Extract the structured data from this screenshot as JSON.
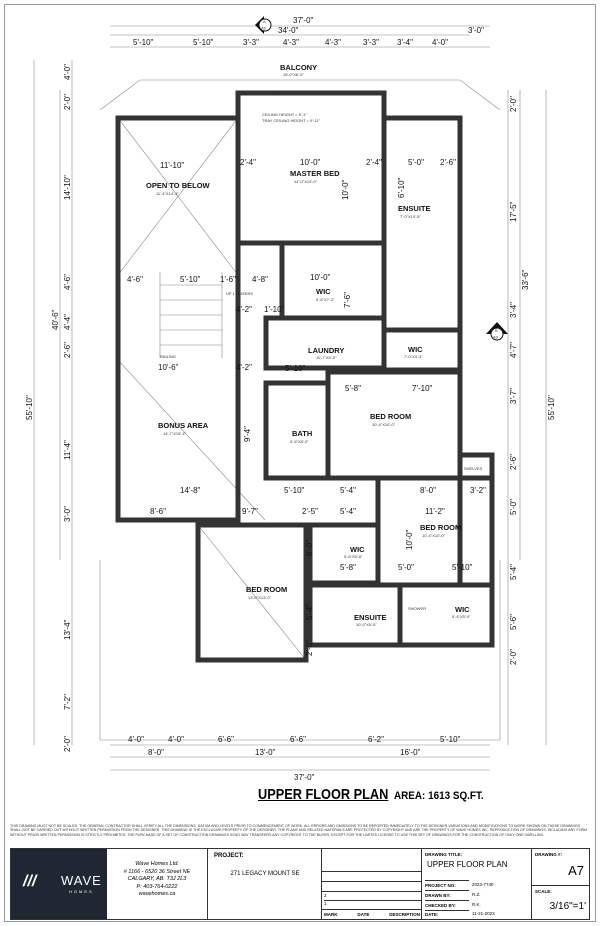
{
  "plan": {
    "title": "UPPER FLOOR PLAN",
    "area": "AREA: 1613 SQ.FT.",
    "section_markers": [
      {
        "letter": "A",
        "sheet": "A9"
      },
      {
        "letter": "B",
        "sheet": "A9"
      }
    ],
    "top_dims": {
      "overall": "37'-0\"",
      "inner": "34'-0\"",
      "right": "3'-0\"",
      "segments": [
        "5'-10\"",
        "5'-10\"",
        "3'-3\"",
        "4'-3\"",
        "4'-3\"",
        "3'-3\"",
        "3'-4\"",
        "4'-0\""
      ]
    },
    "bottom_dims": {
      "overall": "37'-0\"",
      "mid": [
        "8'-0\"",
        "13'-0\"",
        "16'-0\""
      ],
      "segments": [
        "4'-0\"",
        "4'-0\"",
        "6'-6\"",
        "6'-6\"",
        "6'-2\"",
        "5'-10\""
      ]
    },
    "left_dims": {
      "overall": "55'-10\"",
      "partial": "40'-6\"",
      "segments": [
        "4'-0\"",
        "2'-0\"",
        "14'-10\"",
        "4'-6\"",
        "4'-4\"",
        "2'-6\"",
        "11'-4\"",
        "3'-0\"",
        "13'-4\"",
        "7'-2\"",
        "2'-0\""
      ]
    },
    "right_dims": {
      "overall": "55'-10\"",
      "partial": "33'-6\"",
      "segments": [
        "2'-0\"",
        "17'-5\"",
        "3'-4\"",
        "4'-7\"",
        "3'-7\"",
        "2'-6\"",
        "5'-0\"",
        "5'-4\"",
        "5'-6\"",
        "2'-0\""
      ]
    },
    "rooms": [
      {
        "name": "BALCONY",
        "size": "15'-0\"X6'-0\""
      },
      {
        "name": "OPEN TO BELOW",
        "size": "11'-4\"X14'-4\""
      },
      {
        "name": "MASTER BED",
        "size": "14'-0\"X14'-0\""
      },
      {
        "name": "ENSUITE",
        "size": "7'-0\"X10'-5\""
      },
      {
        "name": "WIC",
        "size": "9'-8\"X7'-2\""
      },
      {
        "name": "LAUNDRY",
        "size": "11'-7\"X5'-0\""
      },
      {
        "name": "WIC",
        "size": "7'-0\"X4'-3\""
      },
      {
        "name": "BONUS AREA",
        "size": "14'-7\"X15'-4\""
      },
      {
        "name": "BATH",
        "size": "5'-6\"X8'-0\""
      },
      {
        "name": "BED ROOM",
        "size": "10'-4\"X10'-0\""
      },
      {
        "name": "BED ROOM",
        "size": "10'-4\"X10'-0\""
      },
      {
        "name": "WIC",
        "size": "5'-6\"X5'-6\""
      },
      {
        "name": "BED ROOM",
        "size": "13'-0\"X13'-0\""
      },
      {
        "name": "ENSUITE",
        "size": "10'-0\"X5'-0\""
      },
      {
        "name": "WIC",
        "size": "5'-4\"X5'-0\""
      }
    ],
    "labels": {
      "railing": "RAILING",
      "up": "UP 17 RISERS",
      "shelves": "SHELVES",
      "shower": "SHOWER",
      "ceiling1": "CEILING HEIGHT = 9'-1\"",
      "ceiling2": "TRAY CEILING HEIGHT = 9'-11\"",
      "sliding": "6'0\"X8'0\" SLIDING DOOR"
    },
    "interior_dims": [
      "11'-10\"",
      "2'-4\"",
      "10'-0\"",
      "2'-4\"",
      "5'-0\"",
      "2'-6\"",
      "10'-0\"",
      "6'-10\"",
      "4'-6\"",
      "5'-10\"",
      "1'-6\"",
      "4'-8\"",
      "10'-0\"",
      "7'-6\"",
      "4'-2\"",
      "1'-10\"",
      "10'-6\"",
      "4'-2\"",
      "5'-10\"",
      "5'-8\"",
      "7'-10\"",
      "9'-4\"",
      "14'-8\"",
      "5'-10\"",
      "5'-4\"",
      "8'-0\"",
      "3'-2\"",
      "8'-6\"",
      "9'-7\"",
      "2'-5\"",
      "5'-4\"",
      "11'-2\"",
      "10'-0\"",
      "5'-8\"",
      "5'-0\"",
      "5'-10\"",
      "6'-0\"",
      "5'-4\"",
      "2'-6\""
    ]
  },
  "notes": "THIS DRAWING MUST NOT BE SCALED. THE GENERAL CONTRACTOR SHALL VERIFY ALL THE DIMENSIONS, DATUM AND LEVELS PRIOR TO COMMENCEMENT OF WORK. ALL ERRORS AND OMISSIONS TO BE REPORTED IMMEDIATELY TO THE DESIGNER.VARIATIONS AND MODIFICATIONS TO WORK SHOWN ON THESE DRAWINGS SHALL NOT BE CARRIED OUT WITHOUT WRITTEN PERMISSION FROM THE DESIGNER. THIS DRAWING IS THE EXCLUSIVE PROPERTY OF THE DESIGNER. THE PLANS AND RELATED MATERIALS ARE PROTECTED BY COPYRIGHT AND ARE THE PROPERTY OF WAVE HOMES INC. REPRODUCTION OF DRAWINGS, INCLUDING ANY FORM WITHOUT PRIOR WRITTEN PERMISSION IS STRICTLY PROHIBITED. THE PURCHASE OF A SET OF CONSTRUCTION DRAWINGS IN NO WAY TRANSFERS ANY COPYRIGHT TO THE BUYER, EXCEPT FOR THE LIMITED LICENSE TO USE THIS SET OF DRAWINGS FOR THE CONSTRUCTION OF ONLY ONE DWELLING.",
  "title_block": {
    "logo": {
      "name": "WAVE",
      "sub": "HOMES",
      "bg": "#1f2733"
    },
    "company": {
      "name": "Wave Homes Ltd.",
      "address1": "# 1166 - 6520 36 Street NE",
      "address2": "CALGARY, AB. T3J 2L3",
      "phone": "P: 403-764-0222",
      "web": "wavehomes.ca"
    },
    "project_label": "PROJECT:",
    "project": "271 LEGACY MOUNT SE",
    "revisions": {
      "rows": [
        "2",
        "1"
      ],
      "headers": [
        "MARK",
        "DATE",
        "DESCRIPTION"
      ]
    },
    "drawing_title_label": "DRAWING TITLE:",
    "drawing_title": "UPPER FLOOR PLAN",
    "project_no_label": "PROJECT NO:",
    "project_no": "2023-7740",
    "drawn_by_label": "DRAWN BY:",
    "drawn_by": "R.Z.",
    "checked_by_label": "CHECKED BY:",
    "checked_by": "R.K.",
    "date_label": "DATE:",
    "date": "11-21-2023",
    "drawing_no_label": "DRAWING #:",
    "drawing_no": "A7",
    "scale_label": "SCALE:",
    "scale": "3/16\"=1'"
  }
}
